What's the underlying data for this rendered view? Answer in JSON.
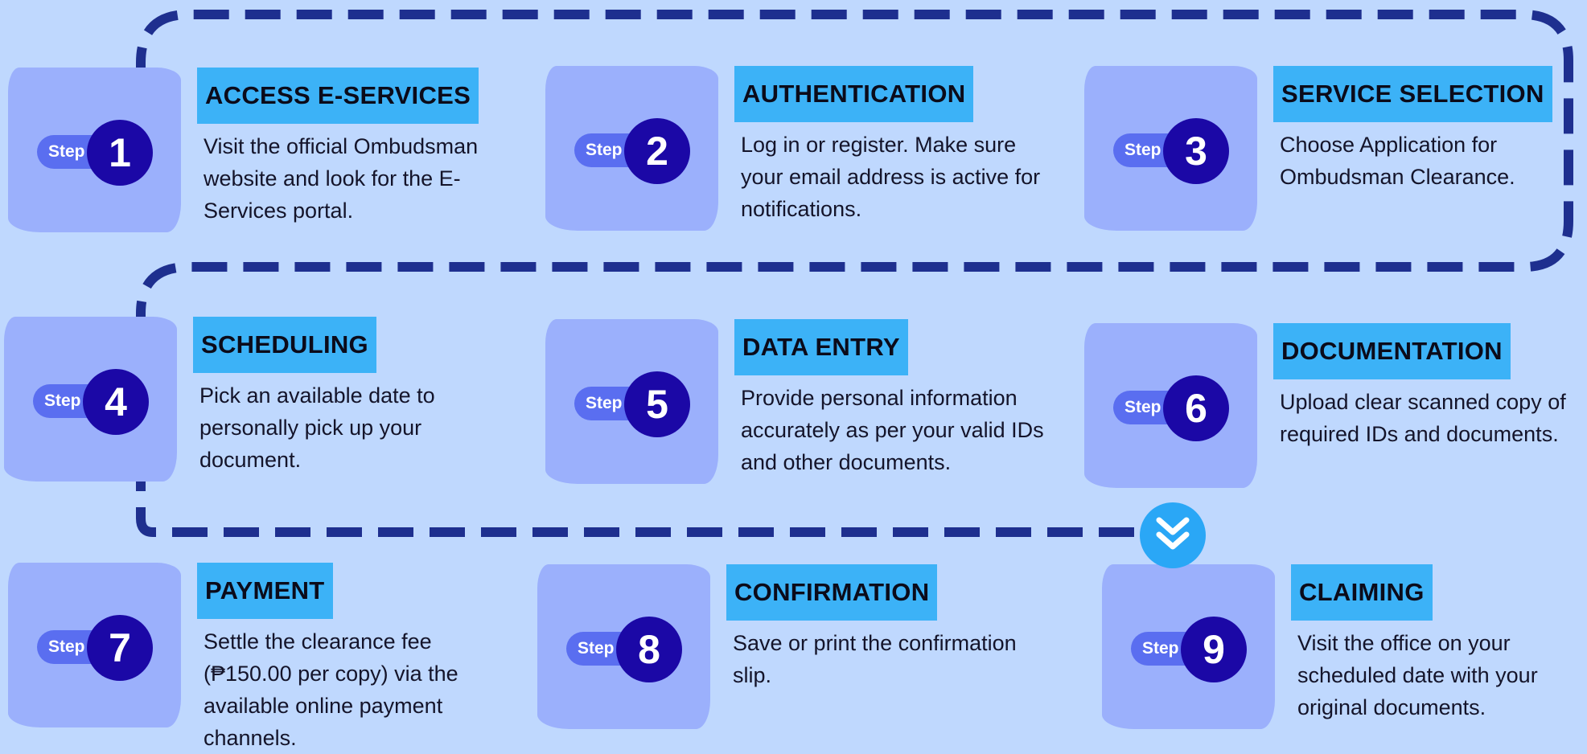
{
  "step_word": "Step",
  "steps": [
    {
      "number": "1",
      "title": "ACCESS E-SERVICES",
      "desc": "Visit the official Ombudsman website and look for the E-Services portal."
    },
    {
      "number": "2",
      "title": "AUTHENTICATION",
      "desc": "Log in or register. Make sure your email address is active for notifications."
    },
    {
      "number": "3",
      "title": "SERVICE SELECTION",
      "desc": "Choose Application for Ombudsman Clearance."
    },
    {
      "number": "4",
      "title": "SCHEDULING",
      "desc": "Pick an available date to personally pick up your document."
    },
    {
      "number": "5",
      "title": "DATA ENTRY",
      "desc": "Provide personal information accurately as per your valid IDs and other documents."
    },
    {
      "number": "6",
      "title": "DOCUMENTATION",
      "desc": "Upload clear scanned copy of required IDs and documents."
    },
    {
      "number": "7",
      "title": "PAYMENT",
      "desc": "Settle the clearance fee (₱150.00 per copy) via the available online payment channels."
    },
    {
      "number": "8",
      "title": "CONFIRMATION",
      "desc": "Save or print the confirmation slip."
    },
    {
      "number": "9",
      "title": "CLAIMING",
      "desc": "Visit the office on your scheduled date with your original documents."
    }
  ],
  "colors": {
    "background": "#bfd8fe",
    "path": "#1e2f8f",
    "blob": "#9bb0fc",
    "pill": "#5a6ef0",
    "number_circle": "#1b08a6",
    "title_bg": "#3cb2f7",
    "chevron_badge": "#2aa7f6"
  },
  "icons": {
    "flow_indicator": "double-chevron-down-icon"
  }
}
